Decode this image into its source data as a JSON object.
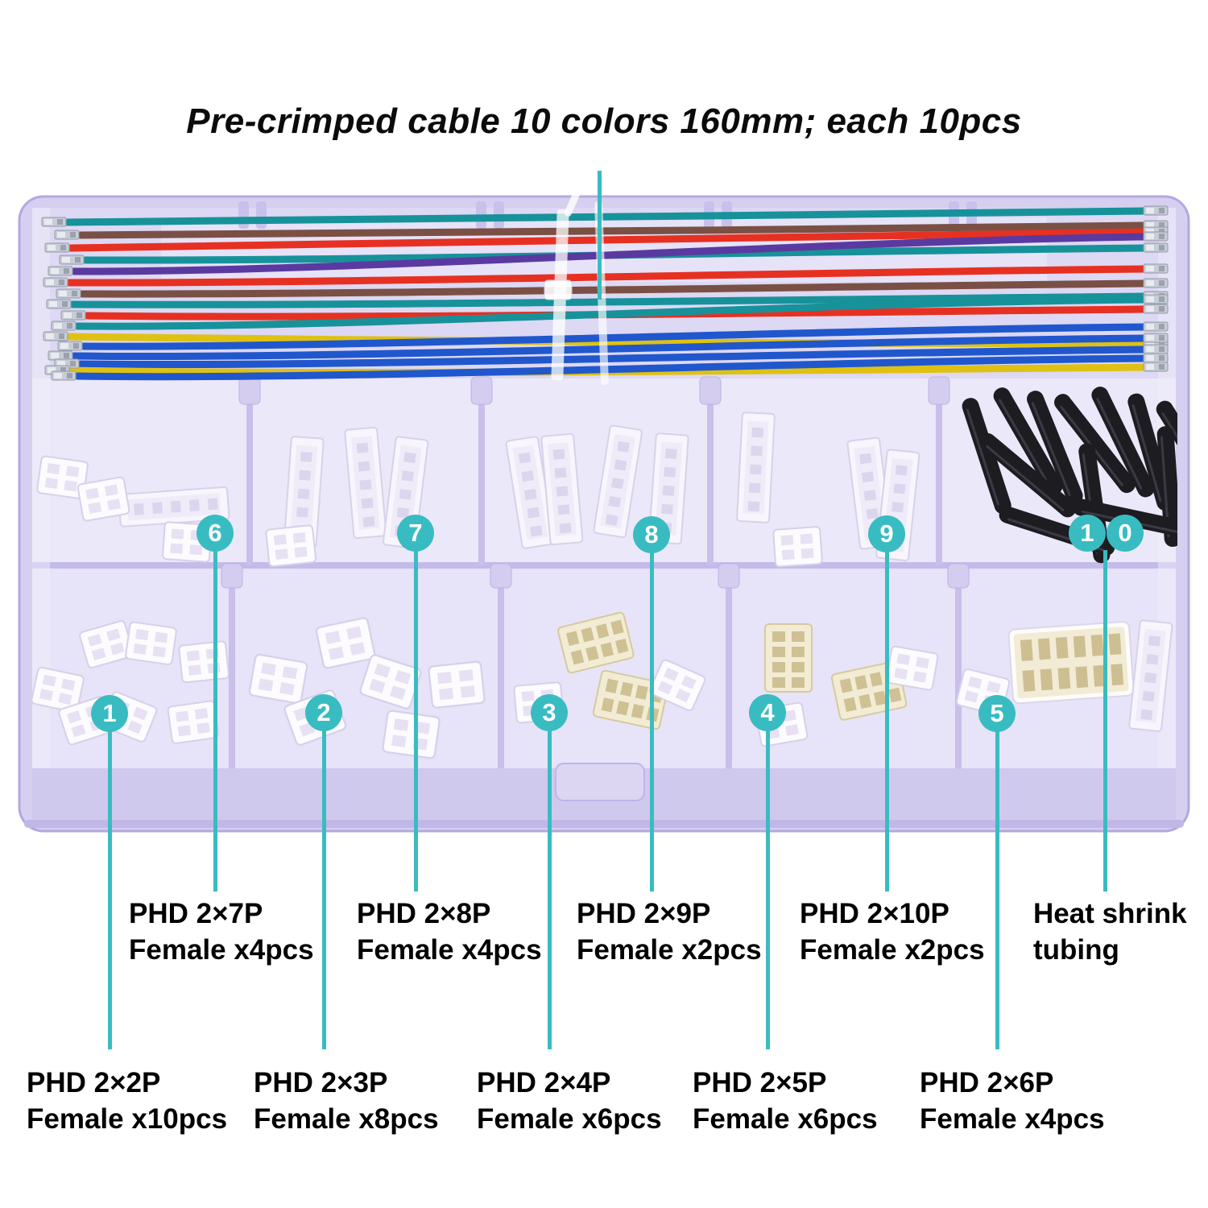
{
  "title": "Pre-crimped cable 10 colors 160mm; each 10pcs",
  "accent_color": "#39bcc1",
  "callouts": {
    "c1": {
      "num": "1",
      "line1": "PHD 2×2P",
      "line2": "Female x10pcs"
    },
    "c2": {
      "num": "2",
      "line1": "PHD 2×3P",
      "line2": "Female x8pcs"
    },
    "c3": {
      "num": "3",
      "line1": "PHD 2×4P",
      "line2": "Female x6pcs"
    },
    "c4": {
      "num": "4",
      "line1": "PHD 2×5P",
      "line2": "Female x6pcs"
    },
    "c5": {
      "num": "5",
      "line1": "PHD 2×6P",
      "line2": "Female x4pcs"
    },
    "c6": {
      "num": "6",
      "line1": "PHD 2×7P",
      "line2": "Female x4pcs"
    },
    "c7": {
      "num": "7",
      "line1": "PHD 2×8P",
      "line2": "Female x4pcs"
    },
    "c8": {
      "num": "8",
      "line1": "PHD 2×9P",
      "line2": "Female x2pcs"
    },
    "c9": {
      "num": "9",
      "line1": "PHD 2×10P",
      "line2": "Female x2pcs"
    },
    "c10": {
      "digits": [
        "1",
        "0"
      ],
      "line1": "Heat shrink",
      "line2": "tubing"
    }
  },
  "cable_palette": {
    "teal": "#17929a",
    "brown": "#7a5045",
    "red": "#e63122",
    "purple": "#5a3aa0",
    "blue": "#2057cd",
    "yellow": "#dfc113"
  }
}
